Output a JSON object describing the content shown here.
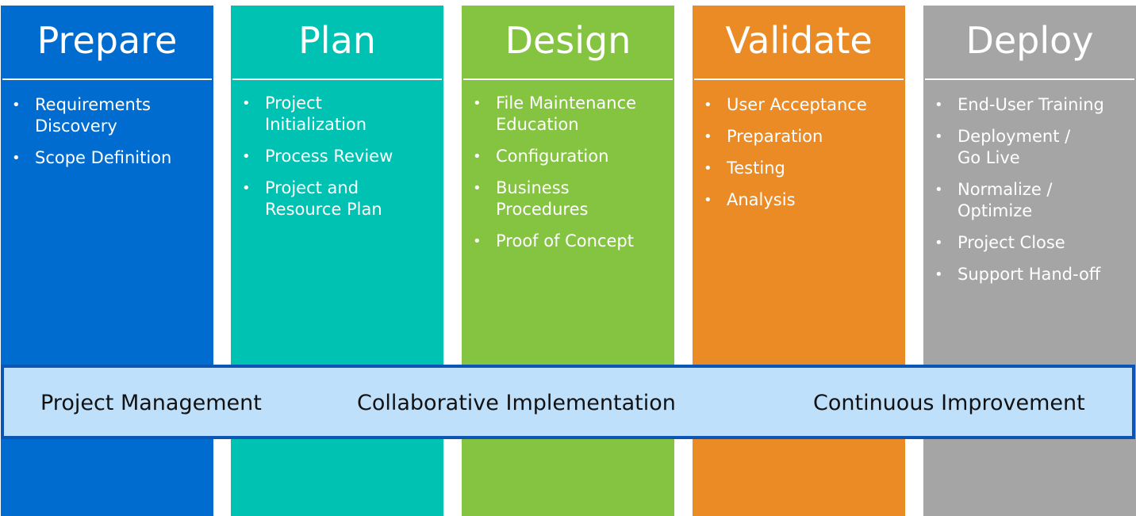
{
  "colors": {
    "prepare": "#006ccf",
    "plan": "#00c2b2",
    "design": "#84c441",
    "validate": "#eb8b25",
    "deploy": "#a5a5a5",
    "band_fill": "#bee0fb",
    "band_border": "#0c55b5"
  },
  "phases": [
    {
      "title": "Prepare",
      "items": [
        "Requirements Discovery",
        "Scope Definition"
      ]
    },
    {
      "title": "Plan",
      "items": [
        "Project Initialization",
        "Process Review",
        "Project and Resource Plan"
      ]
    },
    {
      "title": "Design",
      "items": [
        "File Maintenance Education",
        "Configuration",
        "Business Procedures",
        "Proof of Concept"
      ]
    },
    {
      "title": "Validate",
      "items": [
        "User Acceptance",
        "Preparation",
        "Testing",
        "Analysis"
      ]
    },
    {
      "title": "Deploy",
      "items": [
        "End-User Training",
        "Deployment / Go Live",
        "Normalize / Optimize",
        "Project Close",
        "Support Hand-off"
      ]
    }
  ],
  "band": {
    "left": "Project Management",
    "center": "Collaborative Implementation",
    "right": "Continuous Improvement"
  }
}
